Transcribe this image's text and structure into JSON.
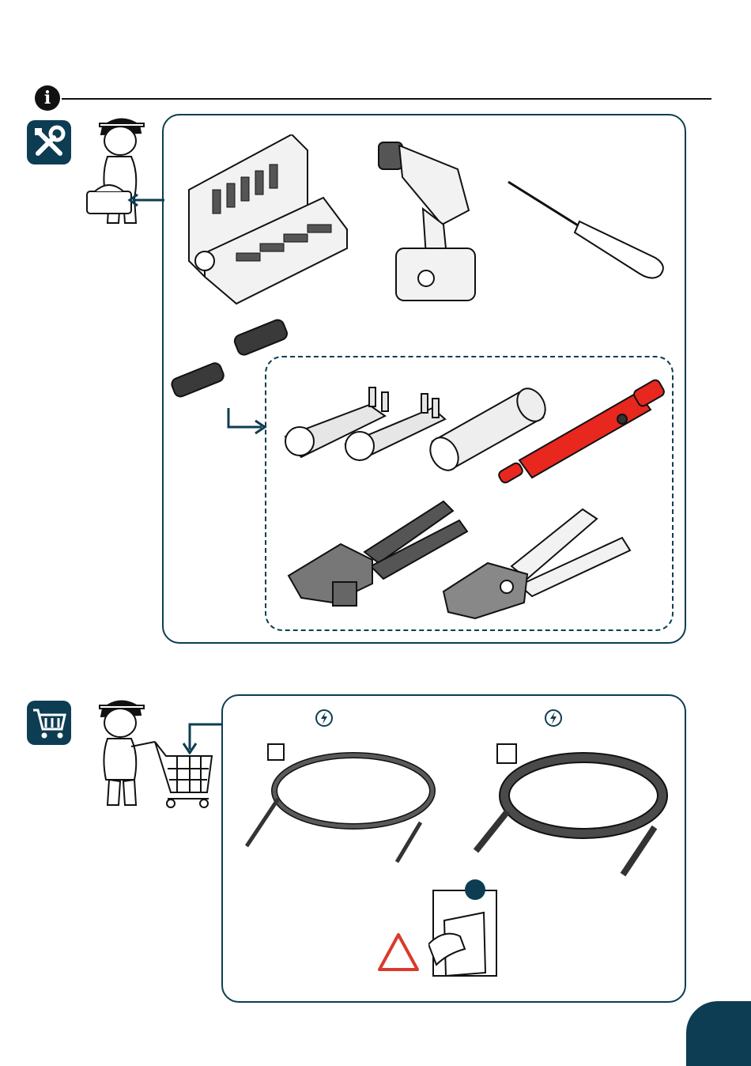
{
  "colors": {
    "accent": "#0d3d52",
    "warning": "#d93a2b",
    "test_pen": "#e8271f",
    "ink": "#111111"
  },
  "icons": {
    "info": "info-icon",
    "tools_badge": "wrench-screwdriver-icon",
    "cart_badge": "shopping-cart-icon",
    "cable_a_bolt": "lightning-bolt-icon",
    "cable_b_bolt": "lightning-bolt-icon",
    "warning": "warning-triangle-icon"
  },
  "info_header": {
    "glyph": "i"
  },
  "tools_section": {
    "items": [
      "bit-set",
      "cordless-drill",
      "screwdriver",
      "pv-connectors",
      "connector-spanners",
      "connector-sleeve",
      "test-pen",
      "crimping-pliers",
      "wire-stripper"
    ]
  },
  "cables_section": {
    "cable_a": {
      "checkbox_checked": false
    },
    "cable_b": {
      "checkbox_checked": false
    }
  }
}
